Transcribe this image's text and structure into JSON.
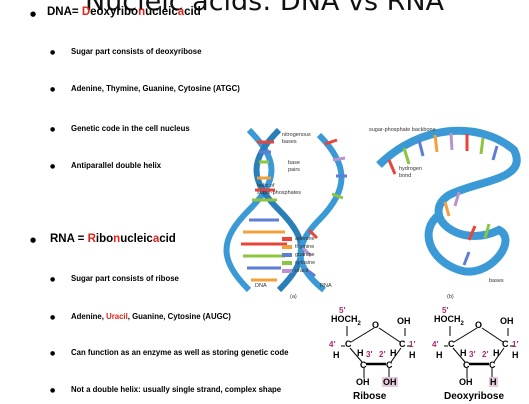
{
  "title": "Nucleic acids: DNA vs RNA",
  "dna": {
    "heading": {
      "prefix": "DNA= ",
      "parts": [
        {
          "t": "D",
          "hl": true
        },
        {
          "t": "eoxyribo",
          "hl": false
        },
        {
          "t": "n",
          "hl": true
        },
        {
          "t": "ucleic",
          "hl": false
        },
        {
          "t": "a",
          "hl": true
        },
        {
          "t": "cid",
          "hl": false
        }
      ]
    },
    "points": [
      "Sugar part consists of deoxyribose",
      "Adenine, Thymine, Guanine, Cytosine (ATGC)",
      "Genetic code in the cell nucleus",
      "Antiparallel double helix"
    ]
  },
  "rna": {
    "heading": {
      "prefix": "RNA = ",
      "parts": [
        {
          "t": "R",
          "hl": true
        },
        {
          "t": "ibo",
          "hl": false
        },
        {
          "t": "n",
          "hl": true
        },
        {
          "t": "ucleic",
          "hl": false
        },
        {
          "t": "a",
          "hl": true
        },
        {
          "t": "cid",
          "hl": false
        }
      ]
    },
    "points": [
      {
        "parts": [
          {
            "t": "Sugar part consists of ribose",
            "hl": false
          }
        ]
      },
      {
        "parts": [
          {
            "t": "Adenine, ",
            "hl": false
          },
          {
            "t": "Uracil",
            "hl": true
          },
          {
            "t": ", Guanine, Cytosine (AUGC)",
            "hl": false
          }
        ]
      },
      {
        "parts": [
          {
            "t": "Can function as an enzyme as well as storing genetic code",
            "hl": false
          }
        ]
      },
      {
        "parts": [
          {
            "t": "Not a double helix: usually single strand, complex shape",
            "hl": false
          }
        ]
      }
    ]
  },
  "figure": {
    "labels": {
      "nitrogenous": "nitrogenous\nbases",
      "base_pairs": "base\npairs",
      "helix": "helix of\nsugar-phosphates",
      "backbone": "sugar-phosphate backbone",
      "hydrogen": "hydrogen\nbond",
      "bases": "bases",
      "dna": "DNA",
      "rna": "RNA",
      "panel_a": "(a)",
      "panel_b": "(b)"
    },
    "legend": [
      {
        "name": "adenine",
        "color": "#e8443a"
      },
      {
        "name": "thymine",
        "color": "#f2a03c"
      },
      {
        "name": "guanine",
        "color": "#5e7dd6"
      },
      {
        "name": "cytosine",
        "color": "#8cc63f"
      },
      {
        "name": "uracil",
        "color": "#b993cf"
      }
    ]
  },
  "sugars": {
    "ribose": {
      "name": "Ribose",
      "bottom": "OH"
    },
    "deoxyribose": {
      "name": "Deoxyribose",
      "bottom": "H"
    },
    "group": "HOCH",
    "sub2": "2",
    "o": "O",
    "oh": "OH",
    "c": "C",
    "h": "H",
    "n5": "5′",
    "n4": "4′",
    "n3": "3′",
    "n2": "2′",
    "n1": "1′"
  }
}
